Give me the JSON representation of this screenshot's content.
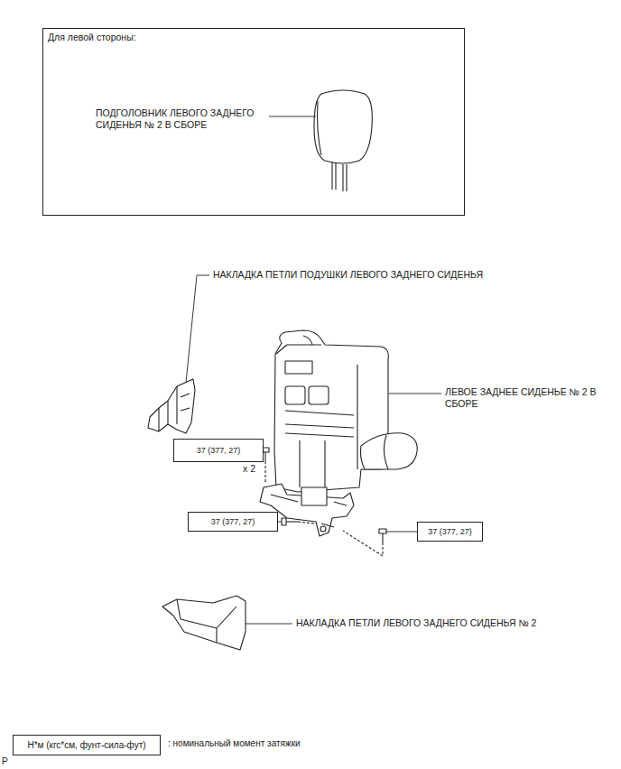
{
  "diagram": {
    "nodes": [
      {
        "text": [
          "Для левой стороны:",
          "ПОДГОЛОВНИК ЛЕВОГО ЗАДНЕГО СИДЕНЬЯ № 2 В СБОРЕ"
        ]
      },
      {
        "text": [
          "37 (377, 27)"
        ]
      },
      {
        "text": [
          "37 (377, 27)"
        ]
      },
      {
        "text": [
          "37 (377, 27)"
        ]
      },
      {
        "text": [
          "Н*м (кгс*см, фунт-сила-фут)"
        ]
      }
    ],
    "labels": [
      "НАКЛАДКА ПЕТЛИ ПОДУШКИ ЛЕВОГО ЗАДНЕГО СИДЕНЬЯ",
      "ЛЕВОЕ ЗАДНЕЕ СИДЕНЬЕ № 2 В СБОРЕ",
      "x 2",
      "НАКЛАДКА ПЕТЛИ ЛЕВОГО ЗАДНЕГО СИДЕНЬЯ № 2",
      ": номинальный момент затяжки",
      "P"
    ]
  }
}
